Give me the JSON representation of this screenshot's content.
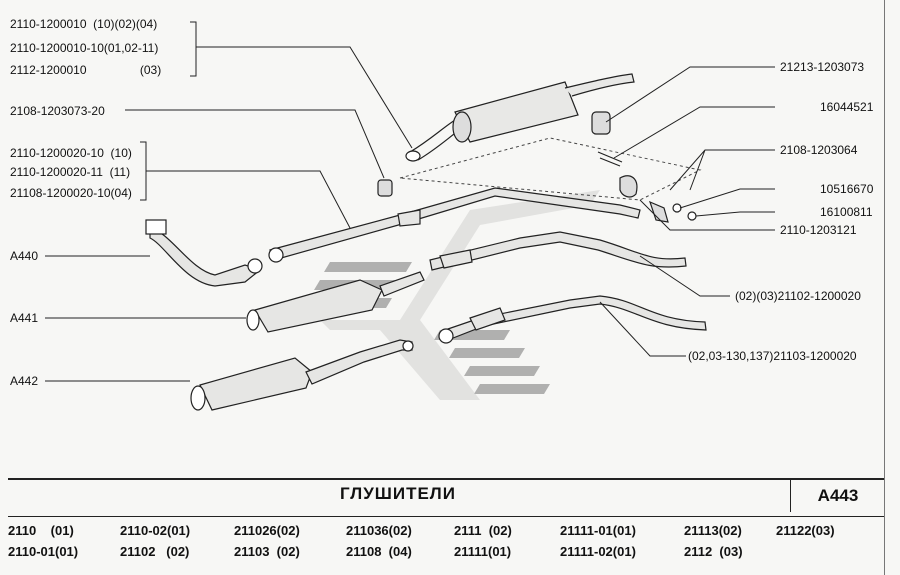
{
  "labels": {
    "top_left_1": "2110-1200010  (10)(02)(04)",
    "top_left_2": "2110-1200010-10(01,02-11)",
    "top_left_3": "2112-1200010                (03)",
    "left_2108": "2108-1203073-20",
    "mid_left_1": "2110-1200020-10  (10)",
    "mid_left_2": "2110-1200020-11  (11)",
    "mid_left_3": "21108-1200020-10(04)",
    "a440": "A440",
    "a441": "A441",
    "a442": "A442",
    "r_21213": "21213-1203073",
    "r_16044521": "16044521",
    "r_2108": "2108-1203064",
    "r_10516670": "10516670",
    "r_16100811": "16100811",
    "r_2110_1203121": "2110-1203121",
    "r_21102": "(02)(03)21102-1200020",
    "r_21103": "(02,03-130,137)21103-1200020"
  },
  "title": "ГЛУШИТЕЛИ",
  "code": "A443",
  "models": {
    "row1": [
      "2110    (01)",
      "2110-02(01)",
      "211026(02)",
      "211036(02)",
      "2111  (02)",
      "21111-01(01)",
      "21113(02)",
      "21122(03)"
    ],
    "row2": [
      "2110-01(01)",
      "21102   (02)",
      "21103  (02)",
      "21108  (04)",
      "21111(01)",
      "21111-02(01)",
      "2112  (03)"
    ]
  }
}
